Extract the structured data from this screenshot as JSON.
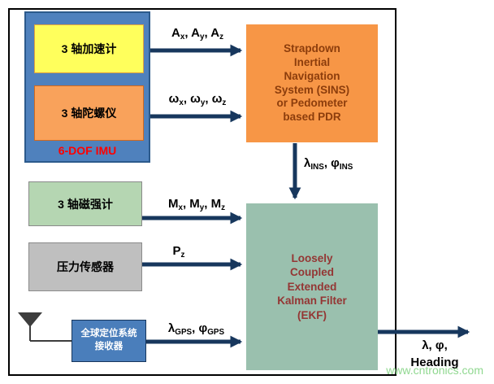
{
  "colors": {
    "imu_container": "#4f81bd",
    "accel_fill": "#ffff5c",
    "gyro_fill": "#f9a25b",
    "sins_fill": "#f79646",
    "sins_text": "#8c3d0c",
    "ekf_fill": "#9ac0ae",
    "ekf_text": "#943634",
    "mag_fill": "#b5d6b2",
    "pressure_fill": "#bfbfbf",
    "gps_fill": "#4a7ebb",
    "arrow": "#17375d",
    "imu_label_text": "#ff0000",
    "watermark": "#90d890"
  },
  "imu": {
    "accel_label": "3 轴加速计",
    "gyro_label": "3 轴陀螺仪",
    "group_label": "6-DOF IMU"
  },
  "blocks": {
    "sins_lines": [
      "Strapdown",
      "Inertial",
      "Navigation",
      "System (SINS)",
      "or Pedometer",
      "based PDR"
    ],
    "ekf_lines": [
      "Loosely",
      "Coupled",
      "Extended",
      "Kalman Filter",
      "(EKF)"
    ],
    "mag_label": "3 轴磁强计",
    "pressure_label": "压力传感器",
    "gps_lines": [
      "全球定位系统",
      "接收器"
    ]
  },
  "signals": {
    "accel": [
      {
        "t": "A"
      },
      {
        "t": "x",
        "sub": true
      },
      {
        "t": ", A"
      },
      {
        "t": "y",
        "sub": true
      },
      {
        "t": ", A"
      },
      {
        "t": "z",
        "sub": true
      }
    ],
    "gyro": [
      {
        "t": "ω"
      },
      {
        "t": "x",
        "sub": true
      },
      {
        "t": ", ω"
      },
      {
        "t": "y",
        "sub": true
      },
      {
        "t": ", ω"
      },
      {
        "t": "z",
        "sub": true
      }
    ],
    "ins_to_ekf": [
      {
        "t": "λ"
      },
      {
        "t": "INS",
        "sub": true
      },
      {
        "t": ", φ"
      },
      {
        "t": "INS",
        "sub": true
      }
    ],
    "mag": [
      {
        "t": "M"
      },
      {
        "t": "x",
        "sub": true
      },
      {
        "t": ", M"
      },
      {
        "t": "y",
        "sub": true
      },
      {
        "t": ", M"
      },
      {
        "t": "z",
        "sub": true
      }
    ],
    "pressure": [
      {
        "t": "P"
      },
      {
        "t": "z",
        "sub": true
      }
    ],
    "gps": [
      {
        "t": "λ"
      },
      {
        "t": "GPS",
        "sub": true
      },
      {
        "t": ", φ"
      },
      {
        "t": "GPS",
        "sub": true
      }
    ],
    "output_line1": "λ, φ,",
    "output_line2": "Heading"
  },
  "watermark": "www.cntronics.com"
}
